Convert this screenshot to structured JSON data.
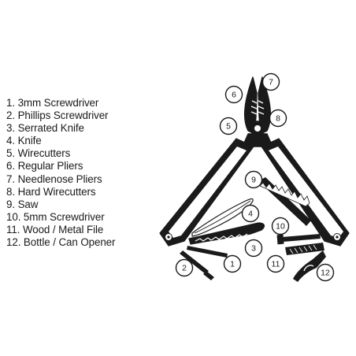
{
  "legend": {
    "items": [
      "1. 3mm Screwdriver",
      "2. Phillips Screwdriver",
      "3. Serrated Knife",
      "4. Knife",
      "5. Wirecutters",
      "6. Regular Pliers",
      "7. Needlenose Pliers",
      "8. Hard Wirecutters",
      "9. Saw",
      "10. 5mm Screwdriver",
      "11. Wood / Metal File",
      "12. Bottle / Can Opener"
    ]
  },
  "callouts": [
    "1",
    "2",
    "3",
    "4",
    "5",
    "6",
    "7",
    "8",
    "9",
    "10",
    "11",
    "12"
  ],
  "colors": {
    "ink": "#1a1a1a",
    "tool_fill": "#ffffff",
    "background": "#ffffff"
  }
}
